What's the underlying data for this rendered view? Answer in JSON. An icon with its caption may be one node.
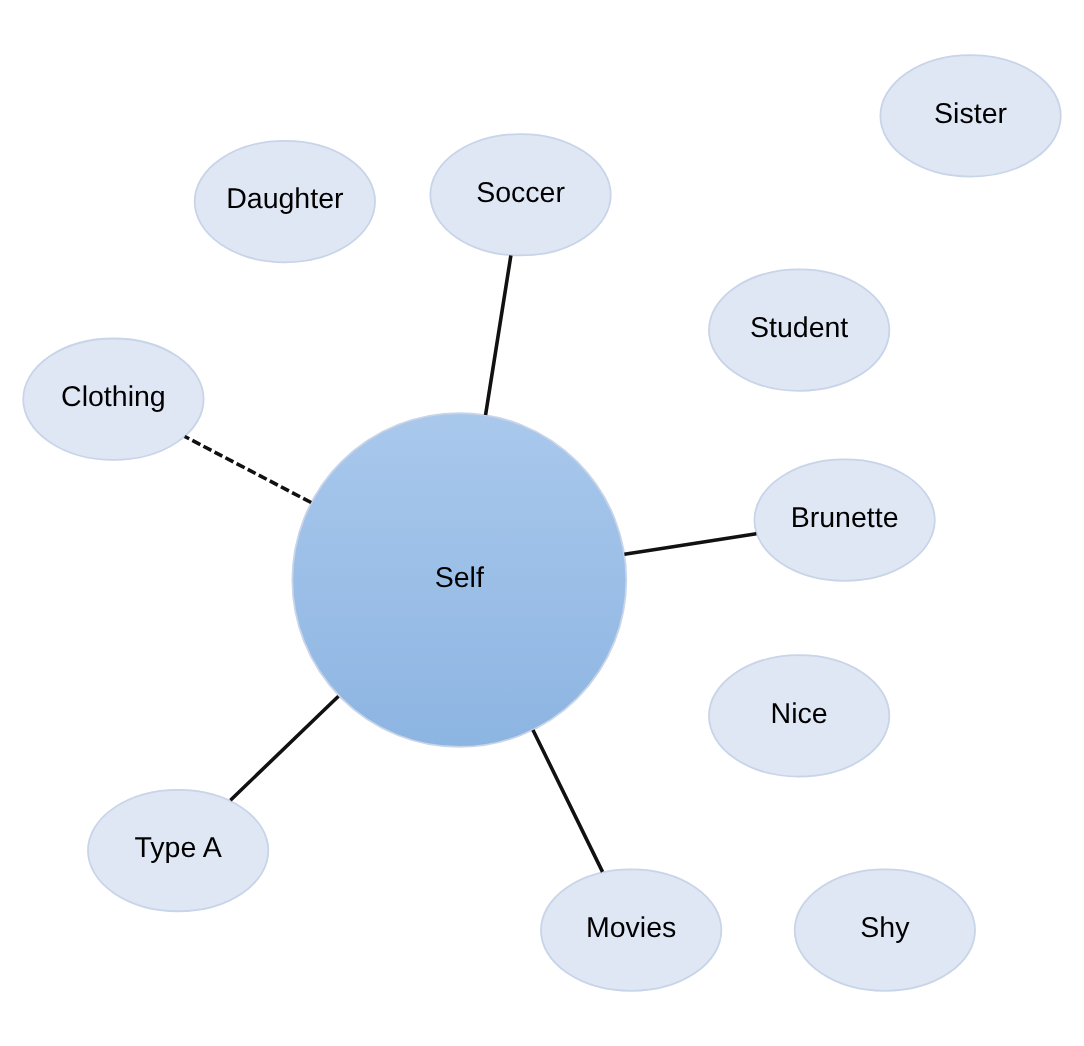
{
  "diagram": {
    "nodes": [
      {
        "text": [
          "Type A"
        ]
      },
      {
        "text": [
          "Nice"
        ]
      },
      {
        "text": [
          "Student"
        ]
      },
      {
        "text": [
          "Self"
        ]
      },
      {
        "text": [
          "Daughter"
        ]
      },
      {
        "text": [
          "Sister"
        ]
      },
      {
        "text": [
          "Movies"
        ]
      },
      {
        "text": [
          "Soccer"
        ]
      },
      {
        "text": [
          "Brunette"
        ]
      },
      {
        "text": [
          "Shy"
        ]
      },
      {
        "text": [
          "Clothing"
        ]
      }
    ],
    "edges": [
      {
        "from": 3,
        "to": 0,
        "arrow": "none"
      },
      {
        "from": 3,
        "to": 6,
        "arrow": "none"
      },
      {
        "from": 3,
        "to": 7,
        "arrow": "none"
      },
      {
        "from": 3,
        "to": 10,
        "arrow": "none",
        "style": "dashed"
      },
      {
        "from": 3,
        "to": 8,
        "arrow": "none"
      }
    ]
  }
}
